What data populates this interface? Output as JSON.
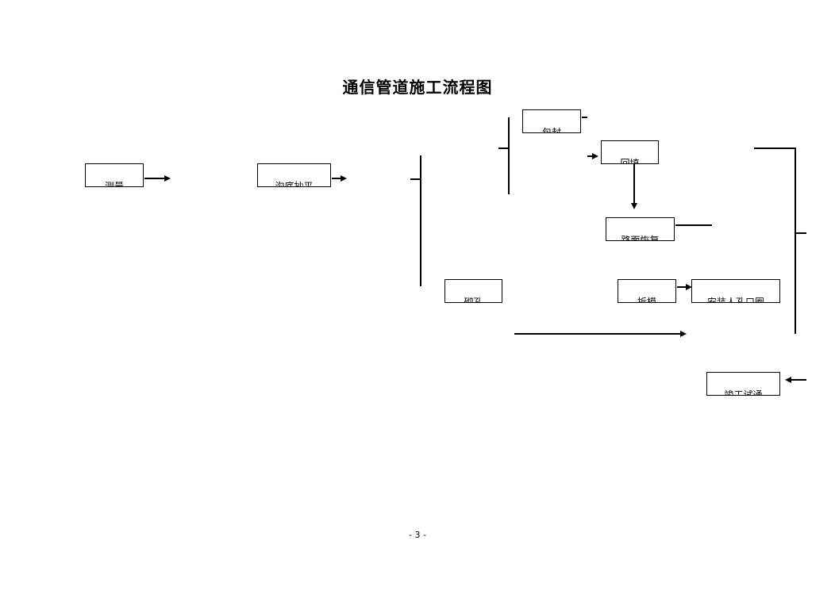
{
  "title": "通信管道施工流程图",
  "steps": {
    "survey": "测量",
    "trench_level": "沟底抄平",
    "encase": "包封",
    "backfill": "回填",
    "road_restore": "路面恢复",
    "build_hole": "砌孔",
    "remove_form": "拆模",
    "install_ring": "安装人孔口圈",
    "final_test": "竣工试通"
  },
  "page_number": "- 3 -"
}
